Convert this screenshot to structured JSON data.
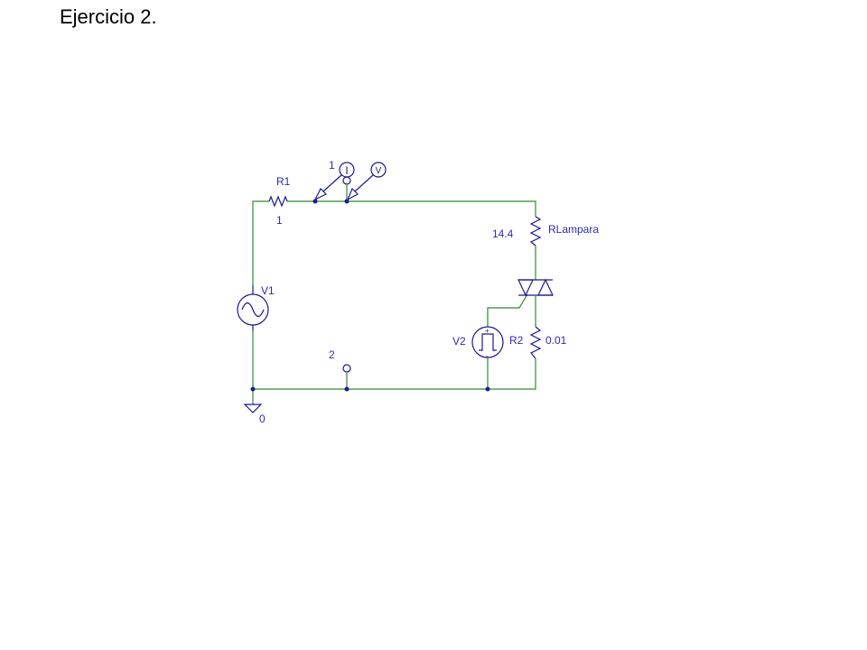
{
  "page_title": "Ejercicio 2.",
  "colors": {
    "wire": "#2e8b2e",
    "component": "#1a1a8c",
    "label": "#2b2bb0",
    "junction": "#1a1a9e"
  },
  "components": {
    "r1": {
      "name": "R1",
      "value": "1"
    },
    "v1": {
      "name": "V1"
    },
    "r_lampara": {
      "name": "RLampara",
      "value": "14.4"
    },
    "v2": {
      "name": "V2"
    },
    "r2": {
      "name": "R2",
      "value": "0.01"
    },
    "ground": {
      "name": "0"
    }
  },
  "markers": {
    "current_probe": {
      "symbol": "I",
      "node": "1"
    },
    "voltage_probe": {
      "symbol": "V"
    },
    "node_marker": {
      "label": "2"
    }
  }
}
